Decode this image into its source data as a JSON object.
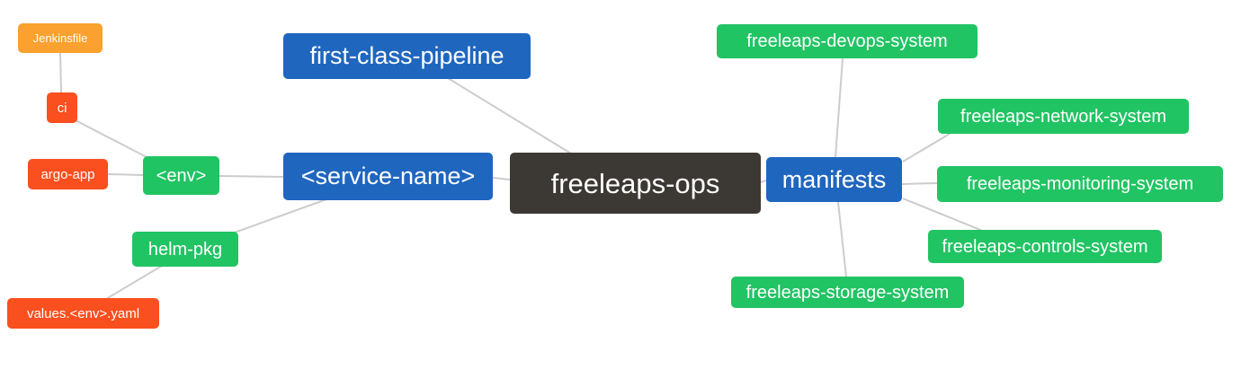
{
  "diagram": {
    "type": "mindmap",
    "colors": {
      "orange": "#FAA12F",
      "red": "#FA4F1F",
      "green": "#21C463",
      "blue": "#1F66BF",
      "dark": "#3C3834",
      "edge": "#CCCCCC"
    },
    "nodes": {
      "jenkinsfile": {
        "label": "Jenkinsfile",
        "color": "#FAA12F"
      },
      "ci": {
        "label": "ci",
        "color": "#FA4F1F"
      },
      "argo_app": {
        "label": "argo-app",
        "color": "#FA4F1F"
      },
      "env": {
        "label": "<env>",
        "color": "#21C463"
      },
      "helm_pkg": {
        "label": "helm-pkg",
        "color": "#21C463"
      },
      "values_env_yaml": {
        "label": "values.<env>.yaml",
        "color": "#FA4F1F"
      },
      "first_class_pipeline": {
        "label": "first-class-pipeline",
        "color": "#1F66BF"
      },
      "service_name": {
        "label": "<service-name>",
        "color": "#1F66BF"
      },
      "freeleaps_ops": {
        "label": "freeleaps-ops",
        "color": "#3C3834"
      },
      "manifests": {
        "label": "manifests",
        "color": "#1F66BF"
      },
      "devops_system": {
        "label": "freeleaps-devops-system",
        "color": "#21C463"
      },
      "network_system": {
        "label": "freeleaps-network-system",
        "color": "#21C463"
      },
      "monitoring_system": {
        "label": "freeleaps-monitoring-system",
        "color": "#21C463"
      },
      "controls_system": {
        "label": "freeleaps-controls-system",
        "color": "#21C463"
      },
      "storage_system": {
        "label": "freeleaps-storage-system",
        "color": "#21C463"
      }
    },
    "edges": [
      [
        "jenkinsfile",
        "ci"
      ],
      [
        "ci",
        "env"
      ],
      [
        "argo_app",
        "env"
      ],
      [
        "env",
        "service_name"
      ],
      [
        "service_name",
        "helm_pkg"
      ],
      [
        "helm_pkg",
        "values_env_yaml"
      ],
      [
        "first_class_pipeline",
        "freeleaps_ops"
      ],
      [
        "service_name",
        "freeleaps_ops"
      ],
      [
        "freeleaps_ops",
        "manifests"
      ],
      [
        "manifests",
        "devops_system"
      ],
      [
        "manifests",
        "network_system"
      ],
      [
        "manifests",
        "monitoring_system"
      ],
      [
        "manifests",
        "controls_system"
      ],
      [
        "manifests",
        "storage_system"
      ]
    ]
  }
}
